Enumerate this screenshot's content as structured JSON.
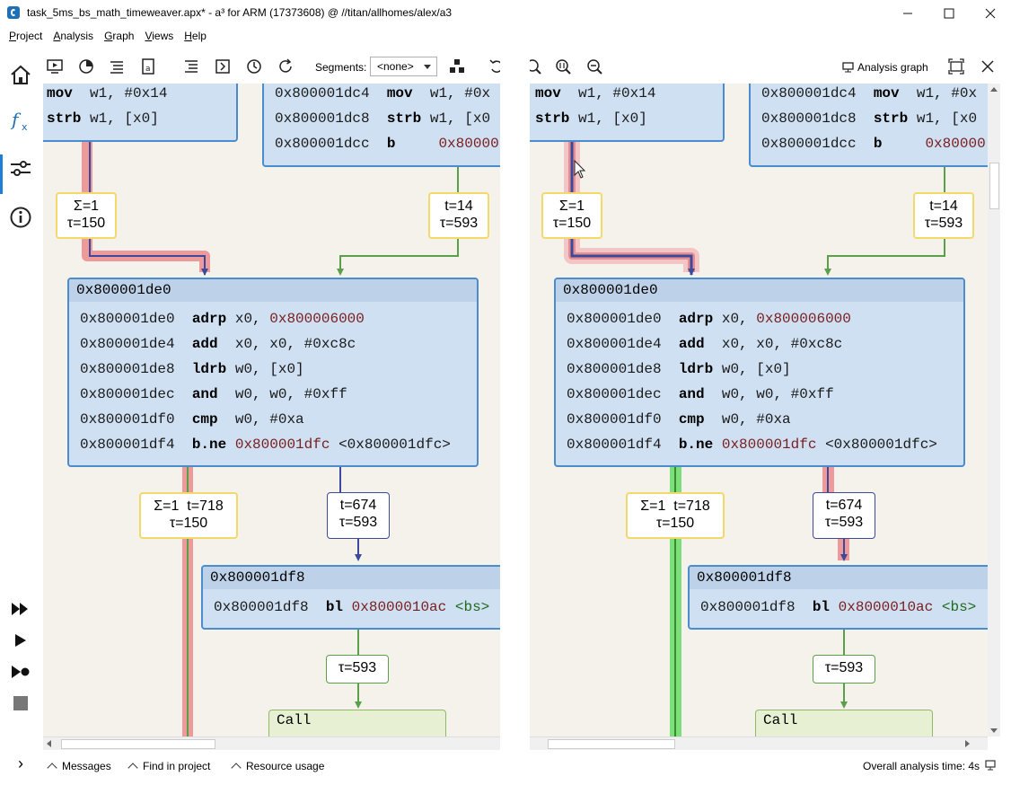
{
  "window": {
    "title": "task_5ms_bs_math_timeweaver.apx* - a³ for ARM (17373608) @ //titan/allhomes/alex/a3",
    "minimize": "—",
    "maximize": "☐",
    "close": "✕"
  },
  "menu": [
    "Project",
    "Analysis",
    "Graph",
    "Views",
    "Help"
  ],
  "rail": {
    "items": [
      "home-icon",
      "function-icon",
      "settings-sliders-icon",
      "info-icon"
    ],
    "run_items": [
      "fast-forward-icon",
      "play-icon",
      "play-to-breakpoint-icon",
      "stop-icon"
    ],
    "expand": "›"
  },
  "toolbar": {
    "segments_label": "Segments:",
    "segments_value": "<none>",
    "analysis_graph": "Analysis graph"
  },
  "graph": {
    "top_left_block": [
      {
        "op": "mov",
        "args": "w1, #0x14"
      },
      {
        "op": "strb",
        "args": "w1, [x0]"
      }
    ],
    "top_right_block": [
      {
        "addr": "0x800001dc4",
        "op": "mov",
        "args": "w1, #0x"
      },
      {
        "addr": "0x800001dc8",
        "op": "strb",
        "args": "w1, [x0"
      },
      {
        "addr": "0x800001dcc",
        "op": "b",
        "args": "0x80000"
      }
    ],
    "top_right_block_r": [
      {
        "addr": "0x800001dc4",
        "op": "mov",
        "args": "w1, #0x"
      },
      {
        "addr": "0x800001dc8",
        "op": "strb",
        "args": "w1, [x0"
      },
      {
        "addr": "0x800001dcc",
        "op": "b",
        "args": "0x80000"
      }
    ],
    "edge_labels": {
      "sigma_tau": [
        "Σ=1",
        "τ=150"
      ],
      "t_tau_593": [
        "t=14",
        "τ=593"
      ],
      "sigma_t_718": [
        "Σ=1  t=718",
        "τ=150"
      ],
      "t_674": [
        "t=674",
        "τ=593"
      ],
      "tau_593": "τ=593"
    },
    "main_block": {
      "header": "0x800001de0",
      "rows": [
        {
          "addr": "0x800001de0",
          "op": "adrp",
          "args": "x0, ",
          "hex": "0x800006000",
          "tail": ""
        },
        {
          "addr": "0x800001de4",
          "op": "add",
          "args": "x0, x0, #0xc8c",
          "hex": "",
          "tail": ""
        },
        {
          "addr": "0x800001de8",
          "op": "ldrb",
          "args": "w0, [x0]",
          "hex": "",
          "tail": ""
        },
        {
          "addr": "0x800001dec",
          "op": "and",
          "args": "w0, w0, #0xff",
          "hex": "",
          "tail": ""
        },
        {
          "addr": "0x800001df0",
          "op": "cmp",
          "args": "w0, #0xa",
          "hex": "",
          "tail": ""
        },
        {
          "addr": "0x800001df4",
          "op": "b.ne",
          "args": "",
          "hex": "0x800001dfc",
          "tail": " <0x800001dfc>"
        }
      ]
    },
    "call_block": {
      "header": "0x800001df8",
      "row": {
        "addr": "0x800001df8",
        "op": "bl",
        "hex": "0x8000010ac",
        "sym": "<bs>"
      }
    },
    "call_node": "Call"
  },
  "bottom": {
    "messages": "Messages",
    "find": "Find in project",
    "resource": "Resource usage",
    "status": "Overall analysis time: 4s"
  },
  "colors": {
    "block_fill": "#cfe0f2",
    "block_border": "#4a8ccc",
    "canvas": "#f5f2eb",
    "edge_green": "#5aa04a",
    "edge_blue": "#3c4a9e",
    "highlight_red": "#ef9a9a",
    "highlight_green": "#7be07b",
    "label_border": "#f3d86a"
  }
}
